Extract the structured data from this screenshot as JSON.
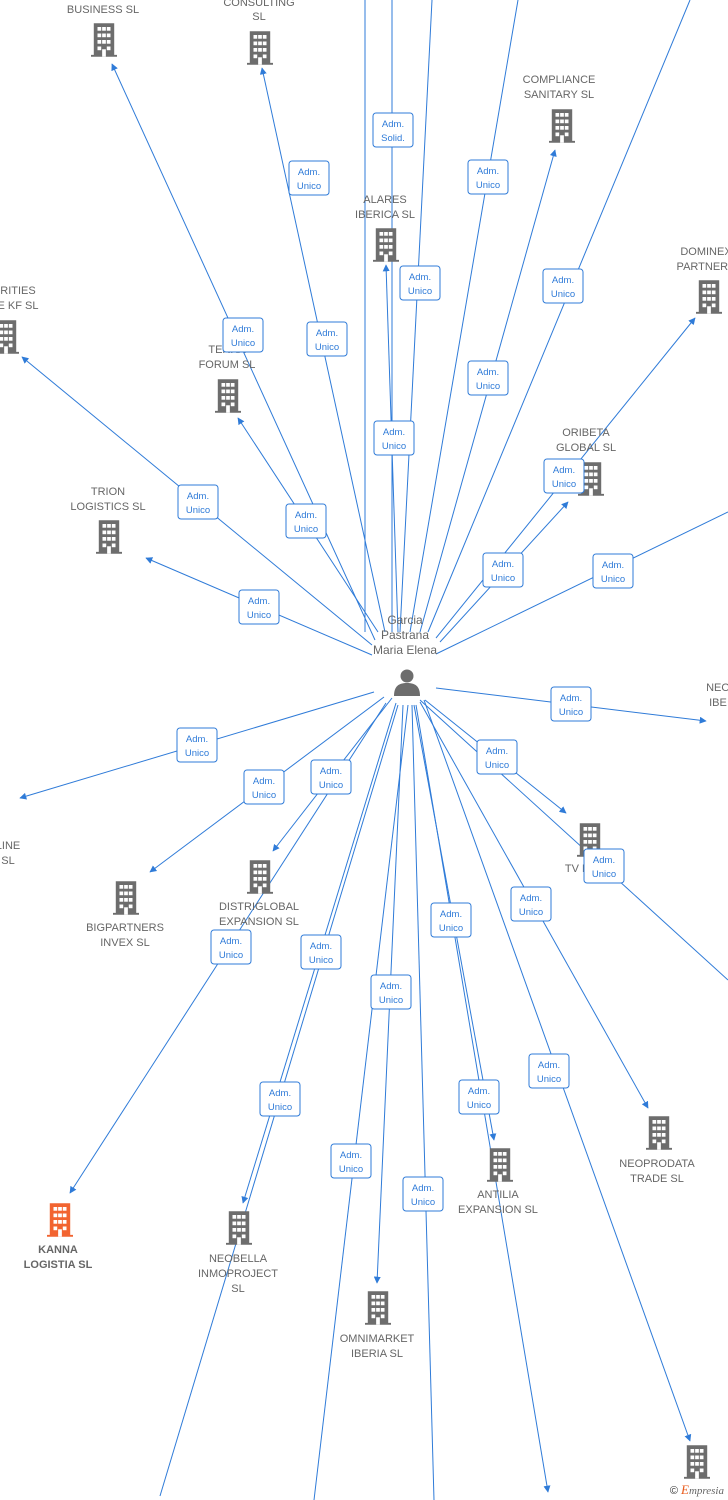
{
  "person": {
    "name_lines": [
      "Garcia",
      "Pastrana",
      "Maria Elena"
    ]
  },
  "colors": {
    "edge": "#2f7bd8",
    "building": "#6d6d6d",
    "highlight": "#f26430"
  },
  "companies": [
    {
      "id": "business",
      "label": [
        "BUSINESS  SL"
      ],
      "highlight": false
    },
    {
      "id": "consulting",
      "label": [
        "CONSULTING",
        "SL"
      ],
      "highlight": false
    },
    {
      "id": "compliance",
      "label": [
        "COMPLIANCE",
        "SANITARY  SL"
      ],
      "highlight": false
    },
    {
      "id": "alares",
      "label": [
        "ALARES",
        "IBERICA  SL"
      ],
      "highlight": false
    },
    {
      "id": "dominex",
      "label": [
        "DOMINEX",
        "PARTNERS"
      ],
      "highlight": false
    },
    {
      "id": "rities",
      "label": [
        "RITIES",
        "E KF  SL"
      ],
      "highlight": false
    },
    {
      "id": "terra",
      "label": [
        "TERRA",
        "FORUM  SL"
      ],
      "highlight": false
    },
    {
      "id": "oribeta",
      "label": [
        "ORIBETA",
        "GLOBAL  SL"
      ],
      "highlight": false
    },
    {
      "id": "trion",
      "label": [
        "TRION",
        "LOGISTICS  SL"
      ],
      "highlight": false
    },
    {
      "id": "neo_r",
      "label": [
        "NEO",
        "IBE"
      ],
      "highlight": false
    },
    {
      "id": "line",
      "label": [
        "LINE",
        "SL"
      ],
      "highlight": false
    },
    {
      "id": "bigpartners",
      "label": [
        "BIGPARTNERS",
        "INVEX  SL"
      ],
      "highlight": false
    },
    {
      "id": "distriglobal",
      "label": [
        "DISTRIGLOBAL",
        "EXPANSION  SL"
      ],
      "highlight": false
    },
    {
      "id": "tvm",
      "label": [
        "TV M"
      ],
      "highlight": false
    },
    {
      "id": "kanna",
      "label": [
        "KANNA",
        "LOGISTIA  SL"
      ],
      "highlight": true
    },
    {
      "id": "neobella",
      "label": [
        "NEOBELLA",
        "INMOPROJECT",
        "SL"
      ],
      "highlight": false
    },
    {
      "id": "omnimarket",
      "label": [
        "OMNIMARKET",
        "IBERIA  SL"
      ],
      "highlight": false
    },
    {
      "id": "antilia",
      "label": [
        "ANTILIA",
        "EXPANSION  SL"
      ],
      "highlight": false
    },
    {
      "id": "neoprodata",
      "label": [
        "NEOPRODATA",
        "TRADE  SL"
      ],
      "highlight": false
    },
    {
      "id": "bottom_right",
      "label": [],
      "highlight": false
    }
  ],
  "edge_labels": [
    [
      "Adm.",
      "Unico"
    ],
    [
      "Adm.",
      "Unico"
    ],
    [
      "Adm.",
      "Solid."
    ],
    [
      "Adm.",
      "Unico"
    ],
    [
      "Adm.",
      "Unico"
    ],
    [
      "Adm.",
      "Unico"
    ],
    [
      "Adm.",
      "Unico"
    ],
    [
      "Adm.",
      "Unico"
    ],
    [
      "Adm.",
      "Unico"
    ],
    [
      "Adm.",
      "Unico"
    ],
    [
      "Adm.",
      "Unico"
    ],
    [
      "Adm.",
      "Unico"
    ],
    [
      "Adm.",
      "Unico"
    ],
    [
      "Adm.",
      "Unico"
    ],
    [
      "Adm.",
      "Unico"
    ],
    [
      "Adm.",
      "Unico"
    ],
    [
      "Adm.",
      "Unico"
    ],
    [
      "Adm.",
      "Unico"
    ],
    [
      "Adm.",
      "Unico"
    ],
    [
      "Adm.",
      "Unico"
    ],
    [
      "Adm.",
      "Unico"
    ],
    [
      "Adm.",
      "Unico"
    ],
    [
      "Adm.",
      "Unico"
    ],
    [
      "Adm.",
      "Unico"
    ],
    [
      "Adm.",
      "Unico"
    ],
    [
      "Adm.",
      "Unico"
    ],
    [
      "Adm.",
      "Unico"
    ],
    [
      "Adm.",
      "Unico"
    ],
    [
      "Adm.",
      "Unico"
    ],
    [
      "Adm.",
      "Unico"
    ],
    [
      "Adm.",
      "Unico"
    ]
  ],
  "credit": {
    "symbol": "©",
    "brand_initial": "E",
    "brand_rest": "mpresia"
  }
}
